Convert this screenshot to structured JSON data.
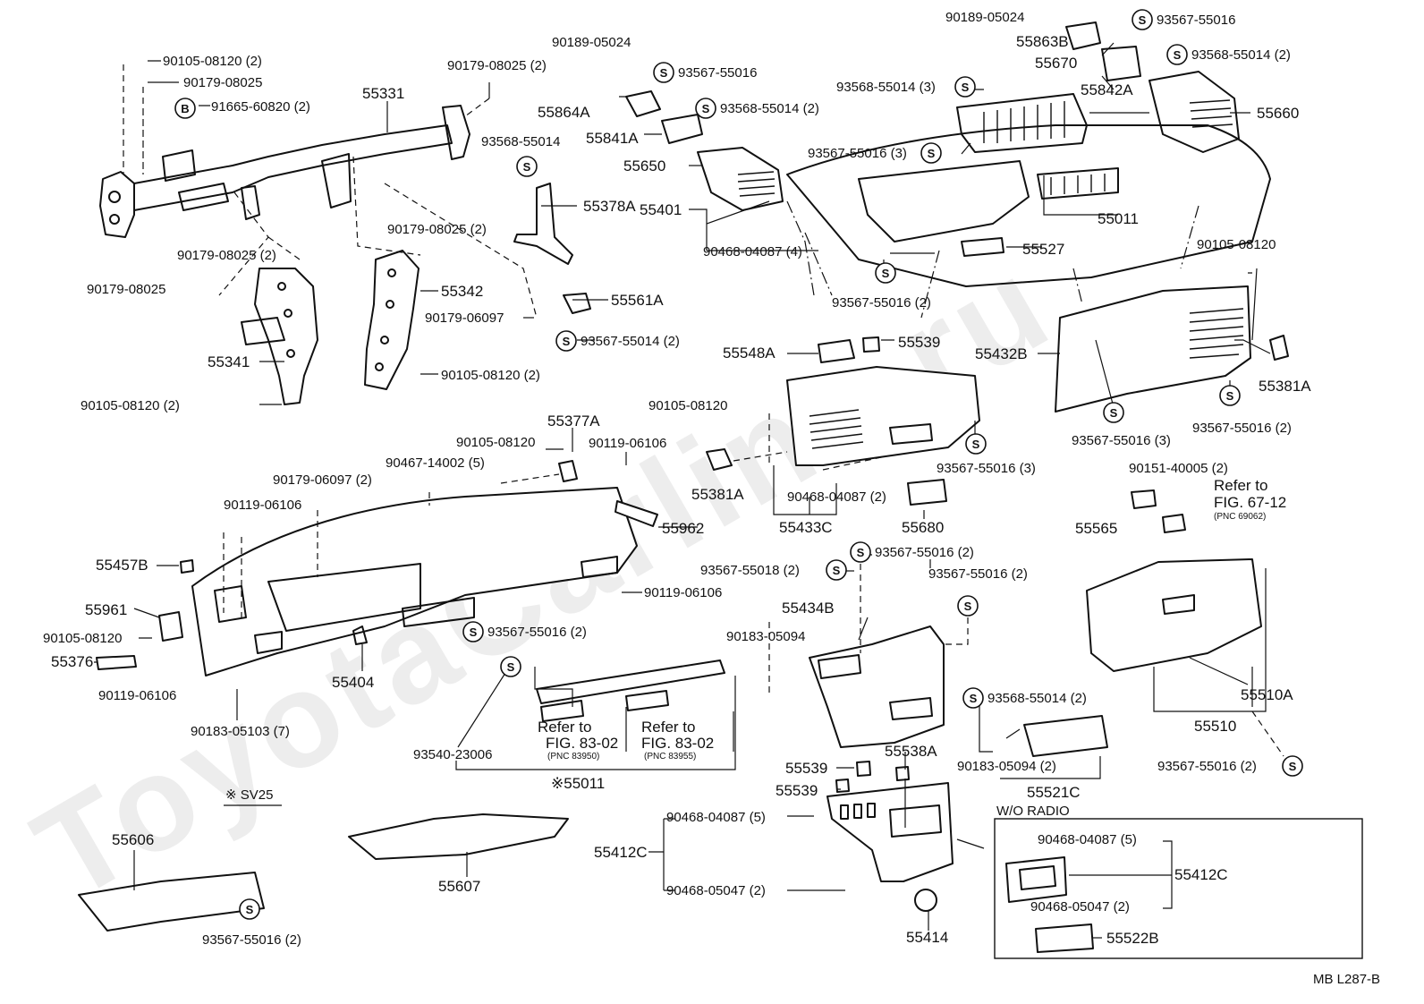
{
  "watermark": "ToyotaCarline.ru",
  "sheet_code": "MB L287-B",
  "part_numbers": {
    "p90105_08120_2": "90105-08120 (2)",
    "p90179_08025": "90179-08025",
    "p91665_60820_2": "91665-60820 (2)",
    "p55331": "55331",
    "p90179_08025_2a": "90179-08025 (2)",
    "p90189_05024a": "90189-05024",
    "p93567_55016a": "93567-55016",
    "p55864A": "55864A",
    "p55841A": "55841A",
    "p93568_55014_2a": "93568-55014 (2)",
    "p93568_55014": "93568-55014",
    "p55650": "55650",
    "p55378A": "55378A",
    "p90179_08025_2b": "90179-08025 (2)",
    "p90179_08025_2c": "90179-08025 (2)",
    "p90179_08025b": "90179-08025",
    "p55342": "55342",
    "p90179_06097": "90179-06097",
    "p55561A": "55561A",
    "p93567_55014_2": "93567-55014 (2)",
    "p55341": "55341",
    "p90105_08120_2b": "90105-08120 (2)",
    "p90105_08120_2c": "90105-08120 (2)",
    "p55401": "55401",
    "p90468_04087_4": "90468-04087 (4)",
    "p90189_05024b": "90189-05024",
    "p55863B": "55863B",
    "p55670": "55670",
    "p93567_55016b": "93567-55016",
    "p93568_55014_2b": "93568-55014 (2)",
    "p93568_55014_3": "93568-55014 (3)",
    "p55842A": "55842A",
    "p55660": "55660",
    "p93567_55016_3a": "93567-55016 (3)",
    "p55011": "55011",
    "p55527": "55527",
    "p93567_55016_2a": "93567-55016 (2)",
    "p90105_08120": "90105-08120",
    "p55548A": "55548A",
    "p55539a": "55539",
    "p55432B": "55432B",
    "p55381Aa": "55381A",
    "p93567_55016_3b": "93567-55016 (3)",
    "p93567_55016_2b": "93567-55016 (2)",
    "p90105_08120_b": "90105-08120",
    "p93567_55016_3c": "93567-55016 (3)",
    "p55381Ab": "55381A",
    "p90468_04087_2": "90468-04087 (2)",
    "p55433C": "55433C",
    "p55680": "55680",
    "p55377A": "55377A",
    "p90105_08120_c": "90105-08120",
    "p90119_06106a": "90119-06106",
    "p90467_14002_5": "90467-14002 (5)",
    "p90179_06097_2": "90179-06097 (2)",
    "p90119_06106b": "90119-06106",
    "p55962": "55962",
    "p55457B": "55457B",
    "p55961": "55961",
    "p90105_08120_d": "90105-08120",
    "p55376": "55376",
    "p90119_06106c": "90119-06106",
    "p90183_05103_7": "90183-05103 (7)",
    "p55404": "55404",
    "p93567_55016_2c": "93567-55016 (2)",
    "p90119_06106d": "90119-06106",
    "p90151_40005_2": "90151-40005 (2)",
    "refer_to": "Refer to",
    "fig_67_12": "FIG. 67-12",
    "pnc_69062": "(PNC 69062)",
    "p55565": "55565",
    "p93567_55018_2": "93567-55018 (2)",
    "p93567_55016_2d": "93567-55016 (2)",
    "p93567_55016_2e": "93567-55016 (2)",
    "p55434B": "55434B",
    "p90183_05094": "90183-05094",
    "p55538A": "55538A",
    "p93568_55014_2c": "93568-55014 (2)",
    "p90183_05094_2": "90183-05094 (2)",
    "p55521C": "55521C",
    "p55510A": "55510A",
    "p55510": "55510",
    "p93567_55016_2f": "93567-55016 (2)",
    "fig_83_02": "FIG. 83-02",
    "pnc_83950": "(PNC 83950)",
    "pnc_83955": "(PNC 83955)",
    "p93540_23006": "93540-23006",
    "p55011_star": "※55011",
    "sv25": "※ SV25",
    "p55606": "55606",
    "p55607": "55607",
    "p93567_55016_2g": "93567-55016 (2)",
    "p55539b": "55539",
    "p55539c": "55539",
    "p90468_04087_5": "90468-04087 (5)",
    "p55412C": "55412C",
    "p90468_05047_2": "90468-05047 (2)",
    "p55414": "55414",
    "wo_radio": "W/O RADIO",
    "p90468_04087_5b": "90468-04087 (5)",
    "p55412Cb": "55412C",
    "p90468_05047_2b": "90468-05047 (2)",
    "p55522B": "55522B",
    "sym_S": "S",
    "sym_B": "B"
  }
}
